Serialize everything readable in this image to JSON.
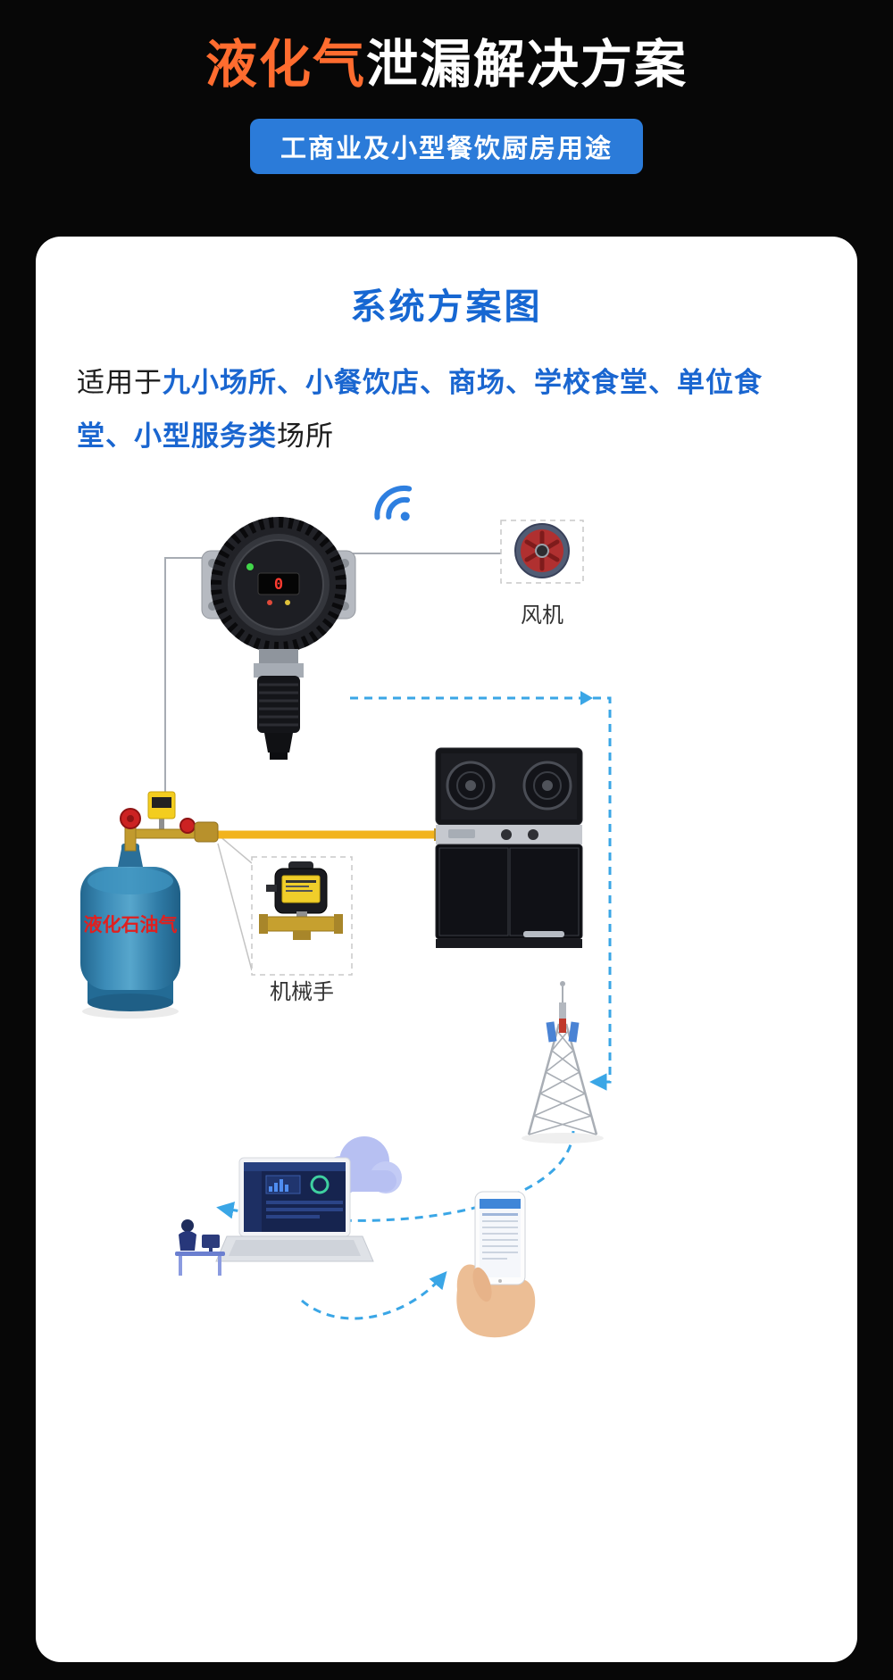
{
  "header": {
    "title_highlight": "液化气",
    "title_rest": "泄漏解决方案",
    "subtitle_pill": "工商业及小型餐饮厨房用途"
  },
  "card": {
    "title": "系统方案图",
    "desc": {
      "prefix": "适用于",
      "highlight": "九小场所、小餐饮店、商场、学校食堂、单位食堂、小型服务类",
      "suffix": "场所"
    }
  },
  "diagram": {
    "detector_display": "0",
    "labels": {
      "fan": "风机",
      "manipulator": "机械手",
      "cylinder": "液化石油气"
    }
  },
  "colors": {
    "title_highlight": "#ff6c2f",
    "pill_bg": "#2b7bd9",
    "card_title_blue": "#1667d2",
    "desc_highlight_blue": "#1a66d0",
    "dashed_signal_blue": "#3aa6e6",
    "hose_yellow": "#f2b31c",
    "cylinder_blue": "#2e7fad",
    "cylinder_label_red": "#e0201f"
  }
}
